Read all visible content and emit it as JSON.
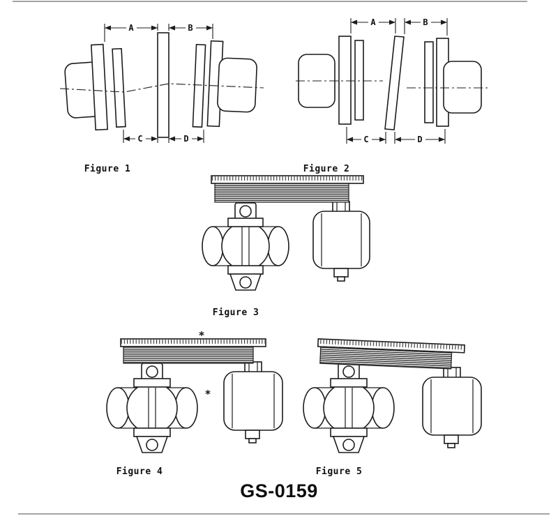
{
  "document": {
    "code": "GS-0159"
  },
  "figures": {
    "fig1": {
      "caption": "Figure 1",
      "dim_a": "A",
      "dim_b": "B",
      "dim_c": "C",
      "dim_d": "D"
    },
    "fig2": {
      "caption": "Figure 2",
      "dim_a": "A",
      "dim_b": "B",
      "dim_c": "C",
      "dim_d": "D"
    },
    "fig3": {
      "caption": "Figure 3"
    },
    "fig4": {
      "caption": "Figure 4",
      "note_marker_top": "*",
      "note_marker_side": "*"
    },
    "fig5": {
      "caption": "Figure 5"
    }
  }
}
